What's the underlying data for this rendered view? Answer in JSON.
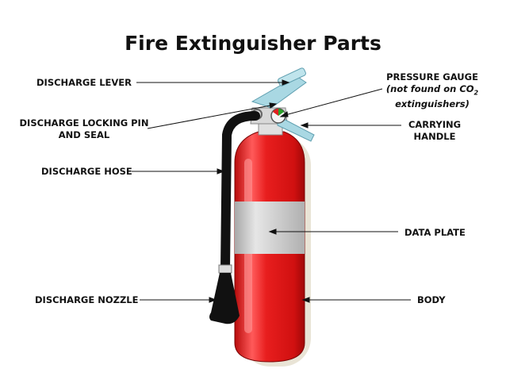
{
  "title": "Fire Extinguisher Parts",
  "labels": {
    "discharge_lever": "DISCHARGE LEVER",
    "locking_pin_line1": "DISCHARGE LOCKING PIN",
    "locking_pin_line2": "AND SEAL",
    "discharge_hose": "DISCHARGE HOSE",
    "discharge_nozzle": "DISCHARGE NOZZLE",
    "pressure_gauge": "PRESSURE GAUGE",
    "pressure_gauge_note1": "(not found on CO",
    "pressure_gauge_note_sub": "2",
    "pressure_gauge_note2": "extinguishers)",
    "carrying_handle_line1": "CARRYING",
    "carrying_handle_line2": "HANDLE",
    "data_plate": "DATA PLATE",
    "body": "BODY"
  },
  "colors": {
    "body_red": "#e01818",
    "hose_black": "#111111",
    "plate_gray": "#c8c8c8",
    "lever_blue": "#a9d8e3"
  }
}
